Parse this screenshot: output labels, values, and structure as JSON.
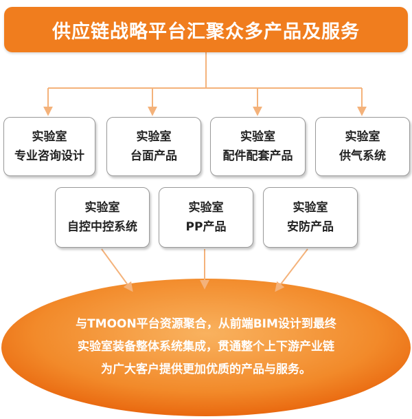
{
  "header": {
    "title": "供应链战略平台汇聚众多产品及服务"
  },
  "row1": [
    {
      "line1": "实验室",
      "line2": "专业咨询设计"
    },
    {
      "line1": "实验室",
      "line2": "台面产品"
    },
    {
      "line1": "实验室",
      "line2": "配件配套产品"
    },
    {
      "line1": "实验室",
      "line2": "供气系统"
    }
  ],
  "row2": [
    {
      "line1": "实验室",
      "line2": "自控中控系统"
    },
    {
      "line1": "实验室",
      "line2": "PP产品"
    },
    {
      "line1": "实验室",
      "line2": "安防产品"
    }
  ],
  "summary": {
    "line1": "与TMOON平台资源聚合，从前端BIM设计到最终",
    "line2": "实验室装备整体系统集成，贯通整个上下游产业链",
    "line3": "为广大客户提供更加优质的产品与服务。"
  },
  "colors": {
    "accent": "#f07d1e",
    "ellipse_light": "#f7a24a",
    "ellipse_dark": "#e9680f",
    "connector": "#f4b27a",
    "box_border": "#999999",
    "text": "#222222"
  }
}
